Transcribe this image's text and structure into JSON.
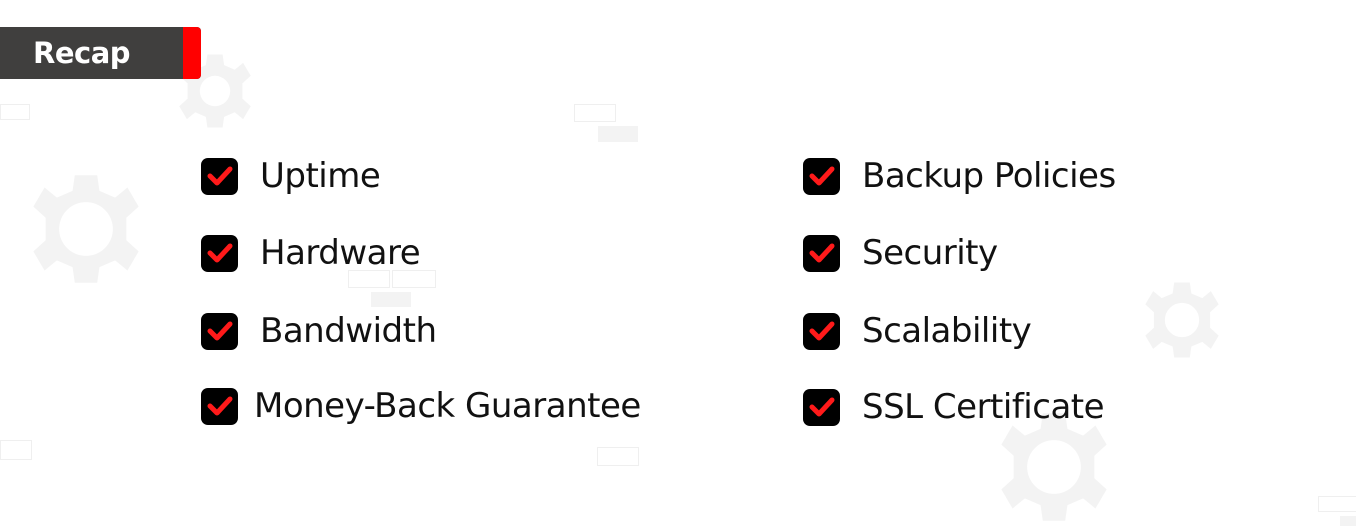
{
  "header": {
    "title": "Recap"
  },
  "colors": {
    "accent": "#ff0000",
    "badge_bg": "#403f3e",
    "checkbox_bg": "#000000",
    "check_mark": "#ff1a1a",
    "text": "#111111",
    "decoration": "#f3f3f3"
  },
  "checklist": {
    "left": [
      {
        "label": "Uptime",
        "checked": true,
        "icon": "checkbox-checked-icon"
      },
      {
        "label": "Hardware",
        "checked": true,
        "icon": "checkbox-checked-icon"
      },
      {
        "label": "Bandwidth",
        "checked": true,
        "icon": "checkbox-checked-icon"
      },
      {
        "label": "Money-Back Guarantee",
        "checked": true,
        "icon": "checkbox-checked-icon"
      }
    ],
    "right": [
      {
        "label": "Backup Policies",
        "checked": true,
        "icon": "checkbox-checked-icon"
      },
      {
        "label": "Security",
        "checked": true,
        "icon": "checkbox-checked-icon"
      },
      {
        "label": "Scalability",
        "checked": true,
        "icon": "checkbox-checked-icon"
      },
      {
        "label": "SSL Certificate",
        "checked": true,
        "icon": "checkbox-checked-icon"
      }
    ]
  },
  "decorations": {
    "icon": "gear-icon"
  }
}
